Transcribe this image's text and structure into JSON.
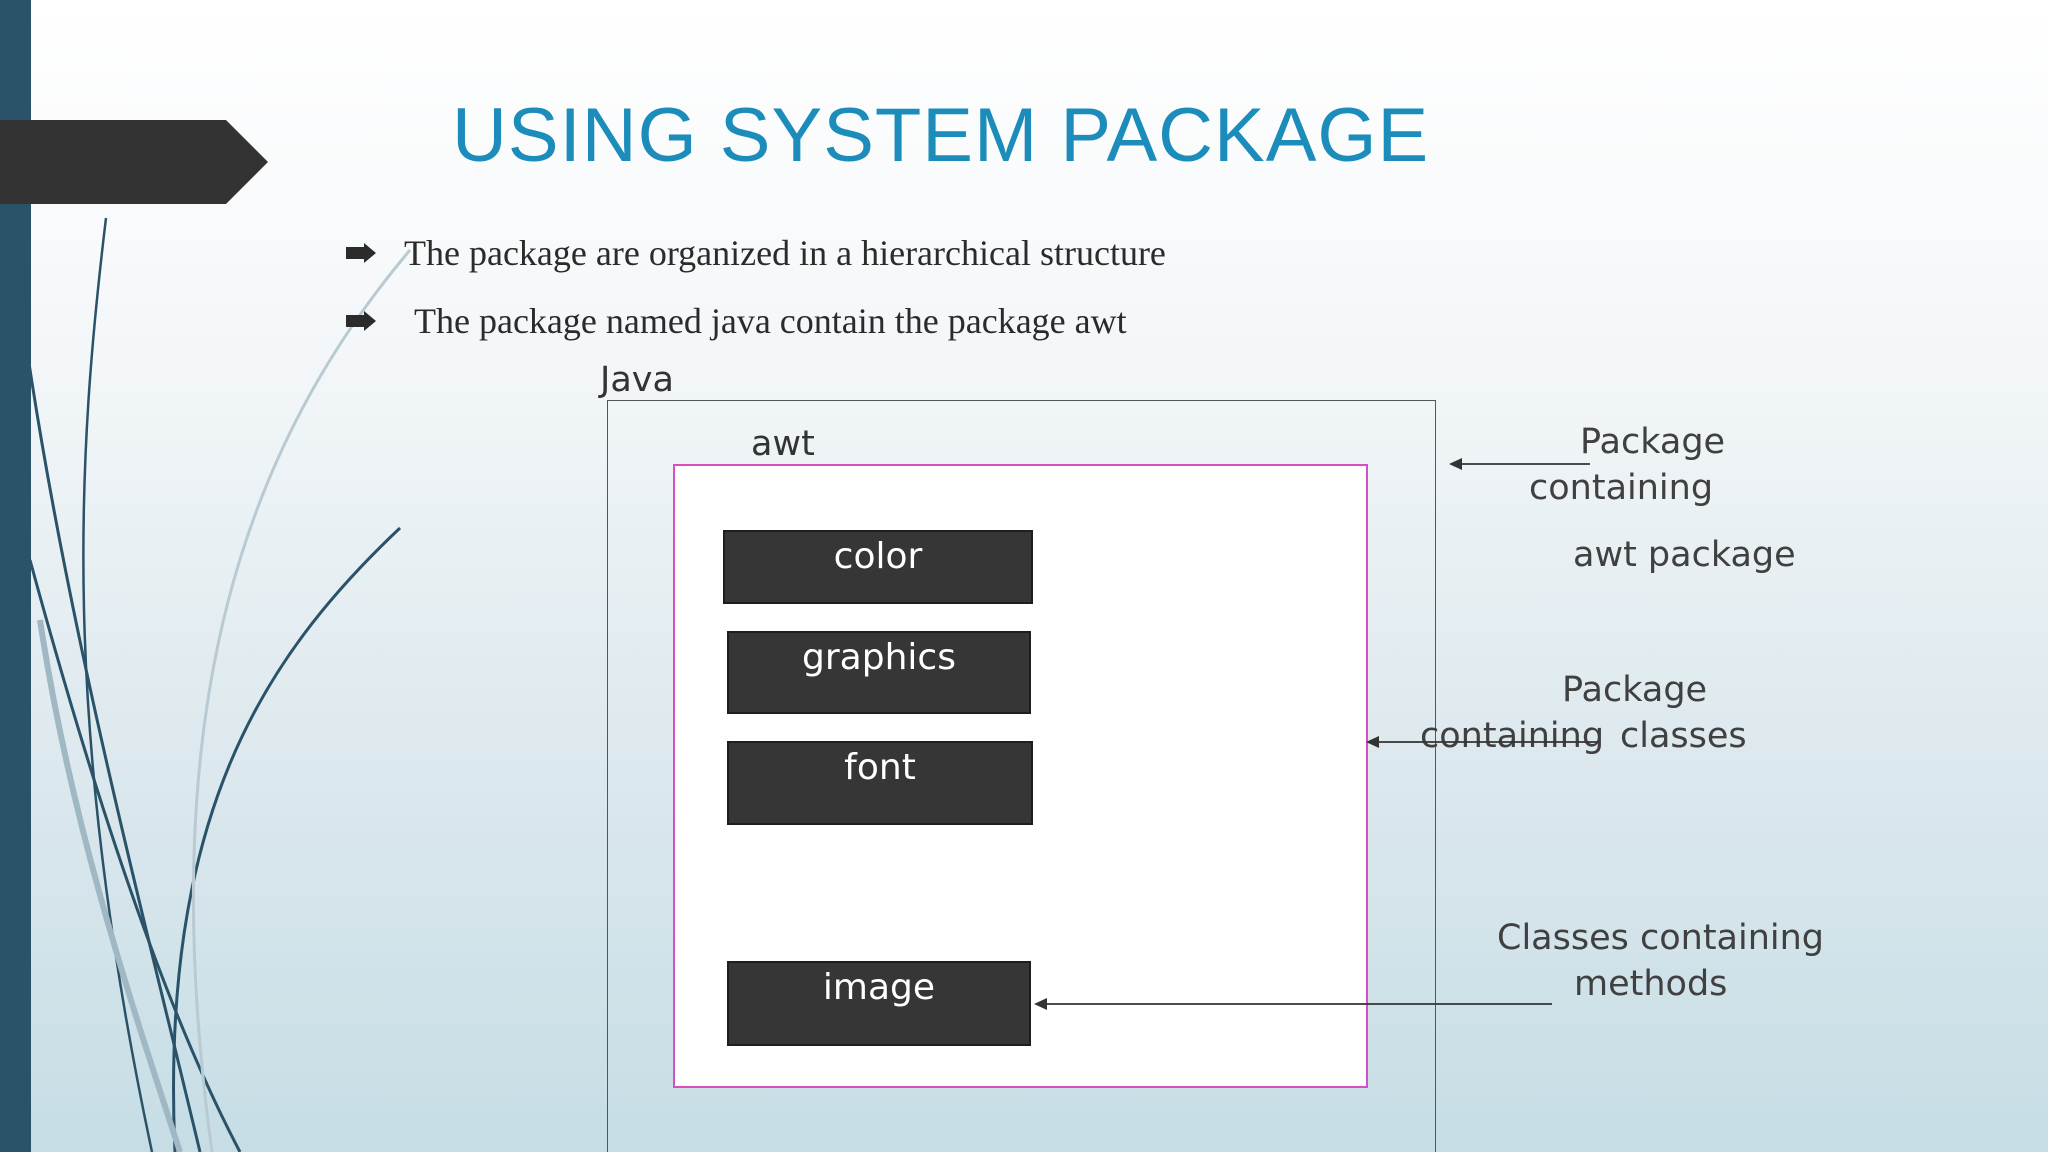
{
  "slide": {
    "title": "USING SYSTEM PACKAGE",
    "bullets": [
      "The package are organized in a hierarchical structure",
      "The package named java contain the package awt"
    ]
  },
  "diagram": {
    "outer_package_label": "Java",
    "inner_package_label": "awt",
    "classes": [
      "color",
      "graphics",
      "font",
      "image"
    ],
    "annotations": {
      "awt_note": [
        "Package",
        "containing",
        "awt package"
      ],
      "classes_note": [
        "Package",
        "containing",
        "classes"
      ],
      "methods_note": [
        "Classes containing",
        "methods"
      ]
    }
  },
  "colors": {
    "title": "#1c8cba",
    "sidebar": "#2a5268",
    "arrow_tab": "#333333",
    "awt_border": "#d84fc3",
    "class_fill": "#363636"
  }
}
